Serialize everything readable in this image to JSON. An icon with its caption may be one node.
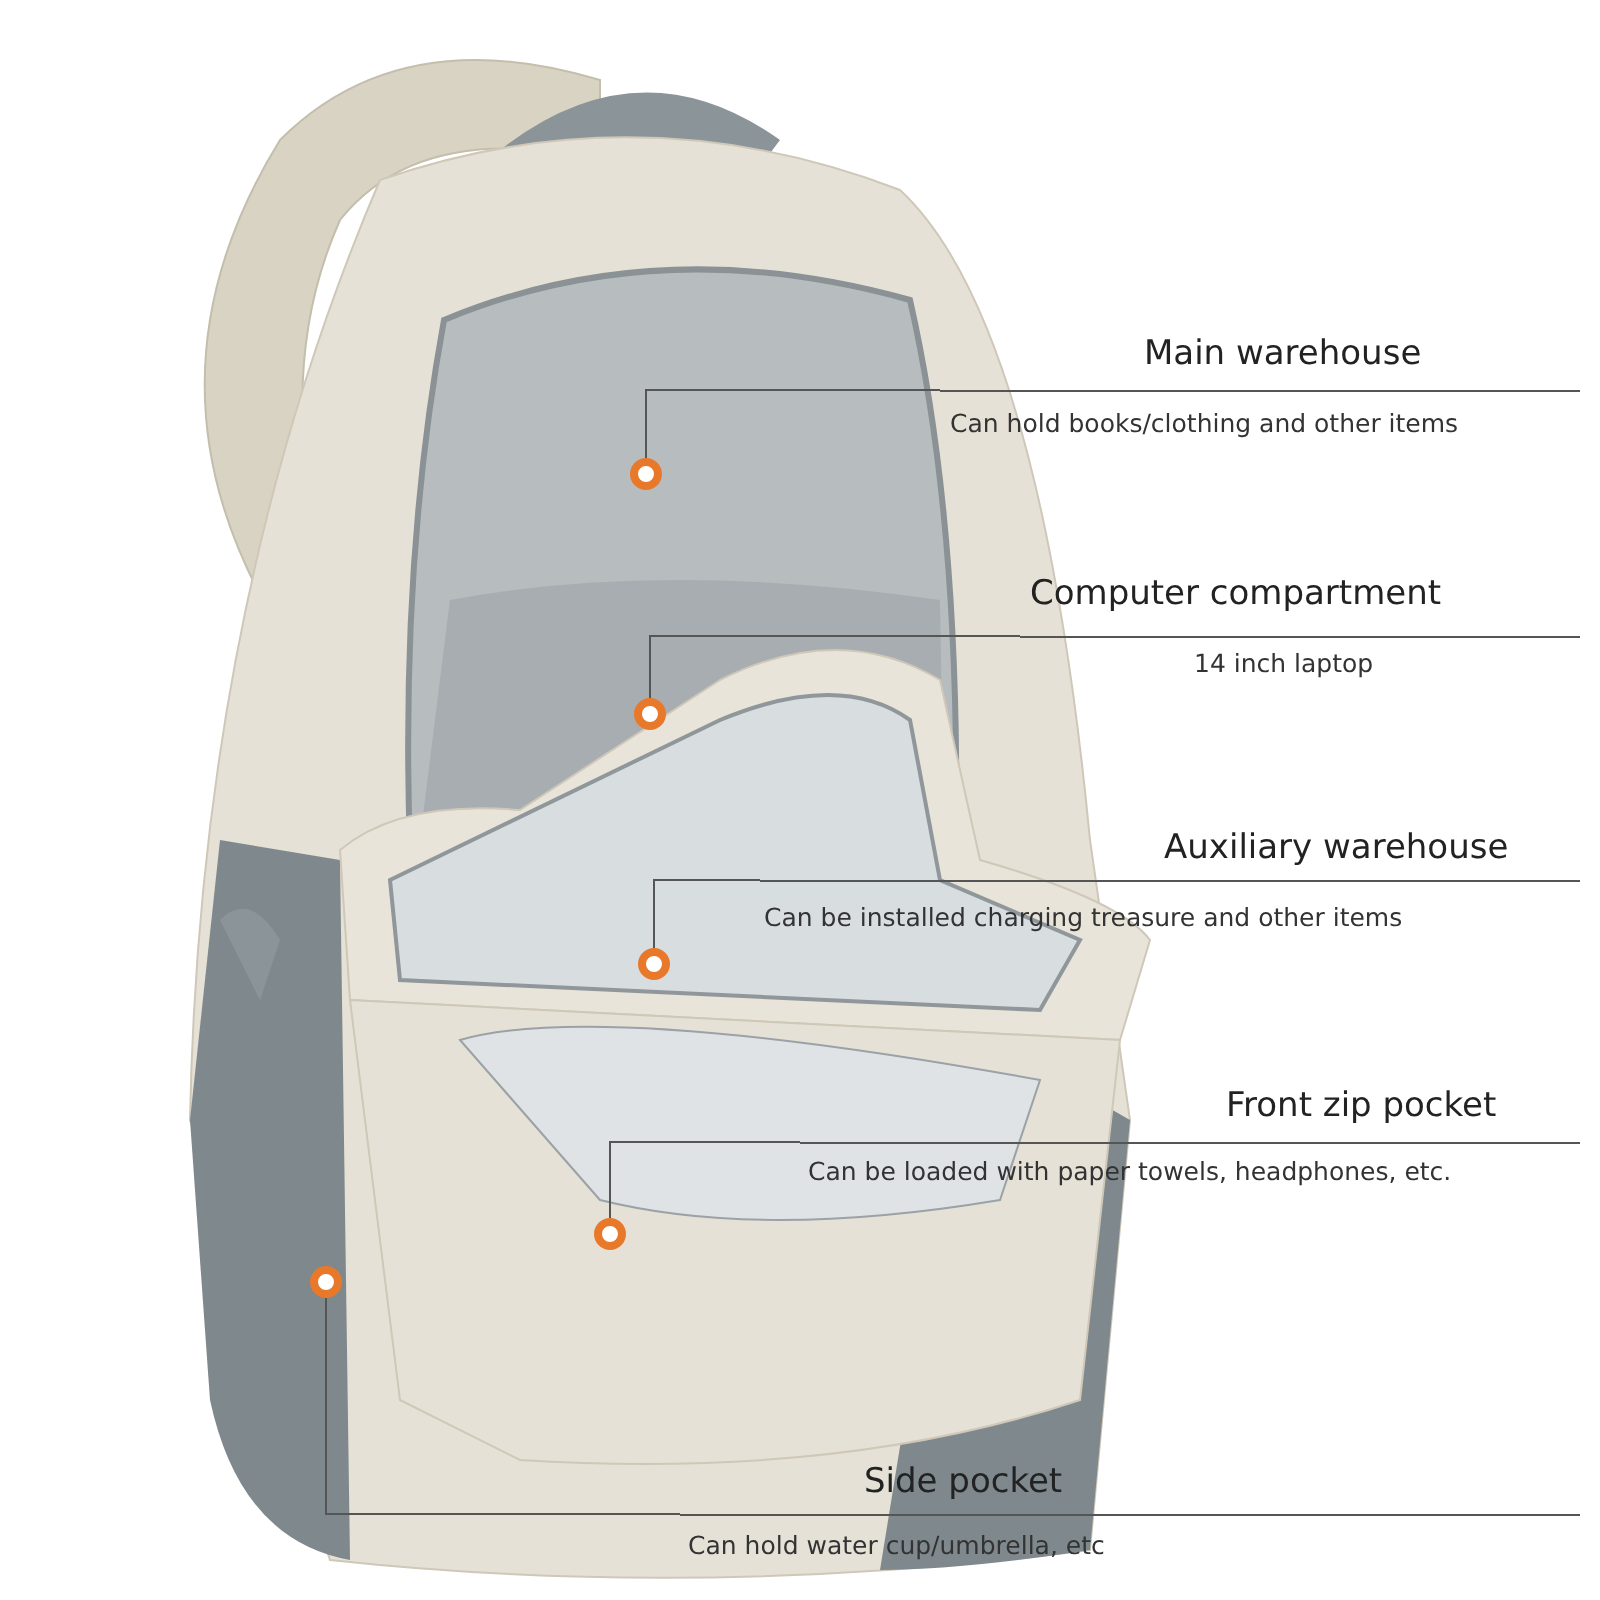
{
  "diagram": {
    "nodes": [
      {
        "text": [
          "Main warehouse",
          "Can hold books/clothing and other items"
        ]
      },
      {
        "text": [],
        "shape": "circle"
      },
      {
        "text": [
          "Computer compartment",
          "14 inch laptop"
        ]
      },
      {
        "text": [],
        "shape": "circle"
      },
      {
        "text": [
          "Auxiliary warehouse",
          "Can be installed charging treasure and other items"
        ]
      },
      {
        "text": [],
        "shape": "circle"
      },
      {
        "text": [
          "Front zip pocket",
          "Can be loaded with paper towels, headphones, etc."
        ]
      },
      {
        "text": [],
        "shape": "circle"
      },
      {
        "text": [
          "Side pocket",
          "Can hold water cup/umbrella, etc"
        ]
      },
      {
        "text": [],
        "shape": "circle"
      }
    ],
    "edges": [
      {
        "from": 0,
        "to": 1,
        "arrow": "none"
      },
      {
        "from": 2,
        "to": 3,
        "arrow": "none"
      },
      {
        "from": 4,
        "to": 5,
        "arrow": "none"
      },
      {
        "from": 6,
        "to": 7,
        "arrow": "none"
      },
      {
        "from": 8,
        "to": 9,
        "arrow": "none"
      }
    ]
  }
}
